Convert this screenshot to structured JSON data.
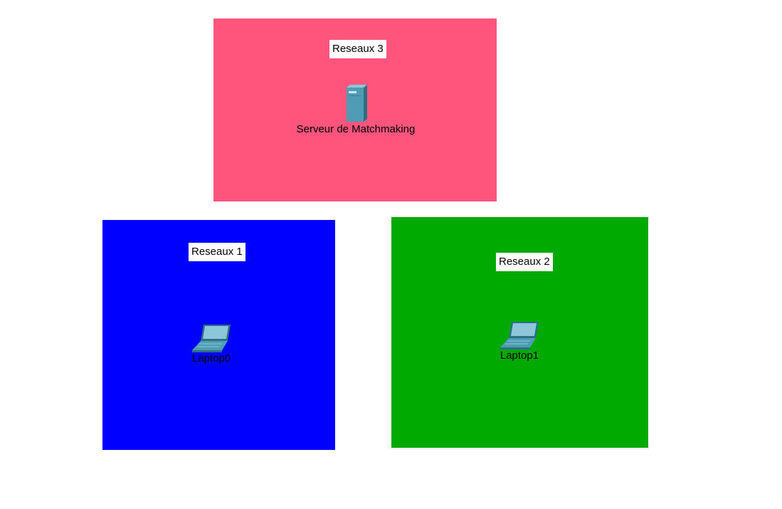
{
  "colors": {
    "reseaux_3": "#ff557c",
    "reseaux_1": "#0000ff",
    "reseaux_2": "#00aa00",
    "device_body": "#4f9db5"
  },
  "zones": [
    {
      "id": "reseaux_3",
      "label": "Reseaux 3"
    },
    {
      "id": "reseaux_1",
      "label": "Reseaux 1"
    },
    {
      "id": "reseaux_2",
      "label": "Reseaux 2"
    }
  ],
  "devices": [
    {
      "zone": "reseaux_3",
      "type": "server",
      "icon": "server-icon",
      "name": "Serveur de Matchmaking"
    },
    {
      "zone": "reseaux_1",
      "type": "laptop",
      "icon": "laptop-icon",
      "name": "Laptop0"
    },
    {
      "zone": "reseaux_2",
      "type": "laptop",
      "icon": "laptop-icon",
      "name": "Laptop1"
    }
  ]
}
